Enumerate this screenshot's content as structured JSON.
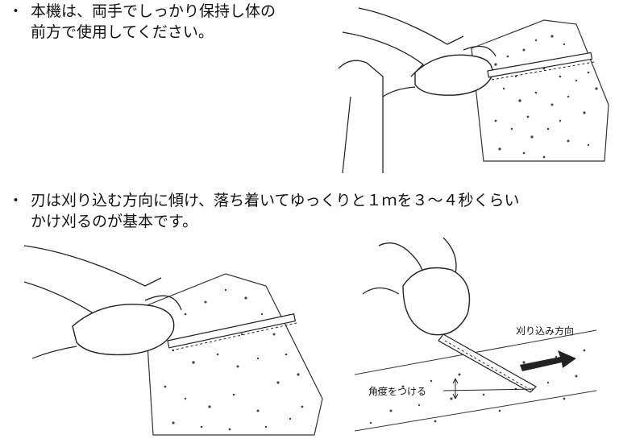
{
  "section1": {
    "bullet": "・",
    "line1": "本機は、両手でしっかり保持し体の",
    "line2": "前方で使用してください。"
  },
  "section2": {
    "bullet": "・",
    "line1": "刃は刈り込む方向に傾け、落ち着いてゆっくりと１ｍを３～４秒くらい",
    "line2": "かけ刈るのが基本です。"
  },
  "diagram": {
    "direction_label": "刈り込み方向",
    "angle_label": "角度をつける"
  }
}
